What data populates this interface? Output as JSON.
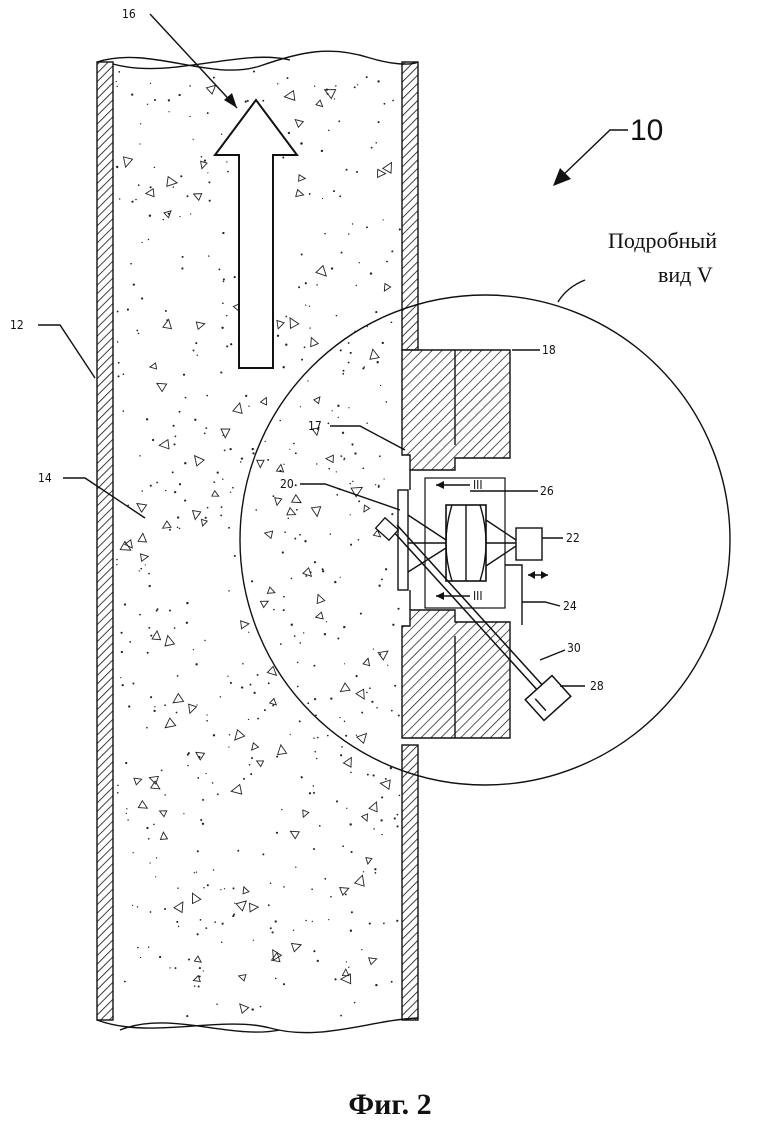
{
  "figure": {
    "caption": "Фиг. 2",
    "assembly_ref": "10",
    "detail_label_line1": "Подробный",
    "detail_label_line2": "вид V",
    "refs": {
      "r12": "12",
      "r14": "14",
      "r16": "16",
      "r17": "17",
      "r18": "18",
      "r20": "20",
      "r22": "22",
      "r24": "24",
      "r26": "26",
      "r28": "28",
      "r30": "30"
    },
    "section_marks": {
      "upper": "III",
      "lower": "III"
    }
  }
}
